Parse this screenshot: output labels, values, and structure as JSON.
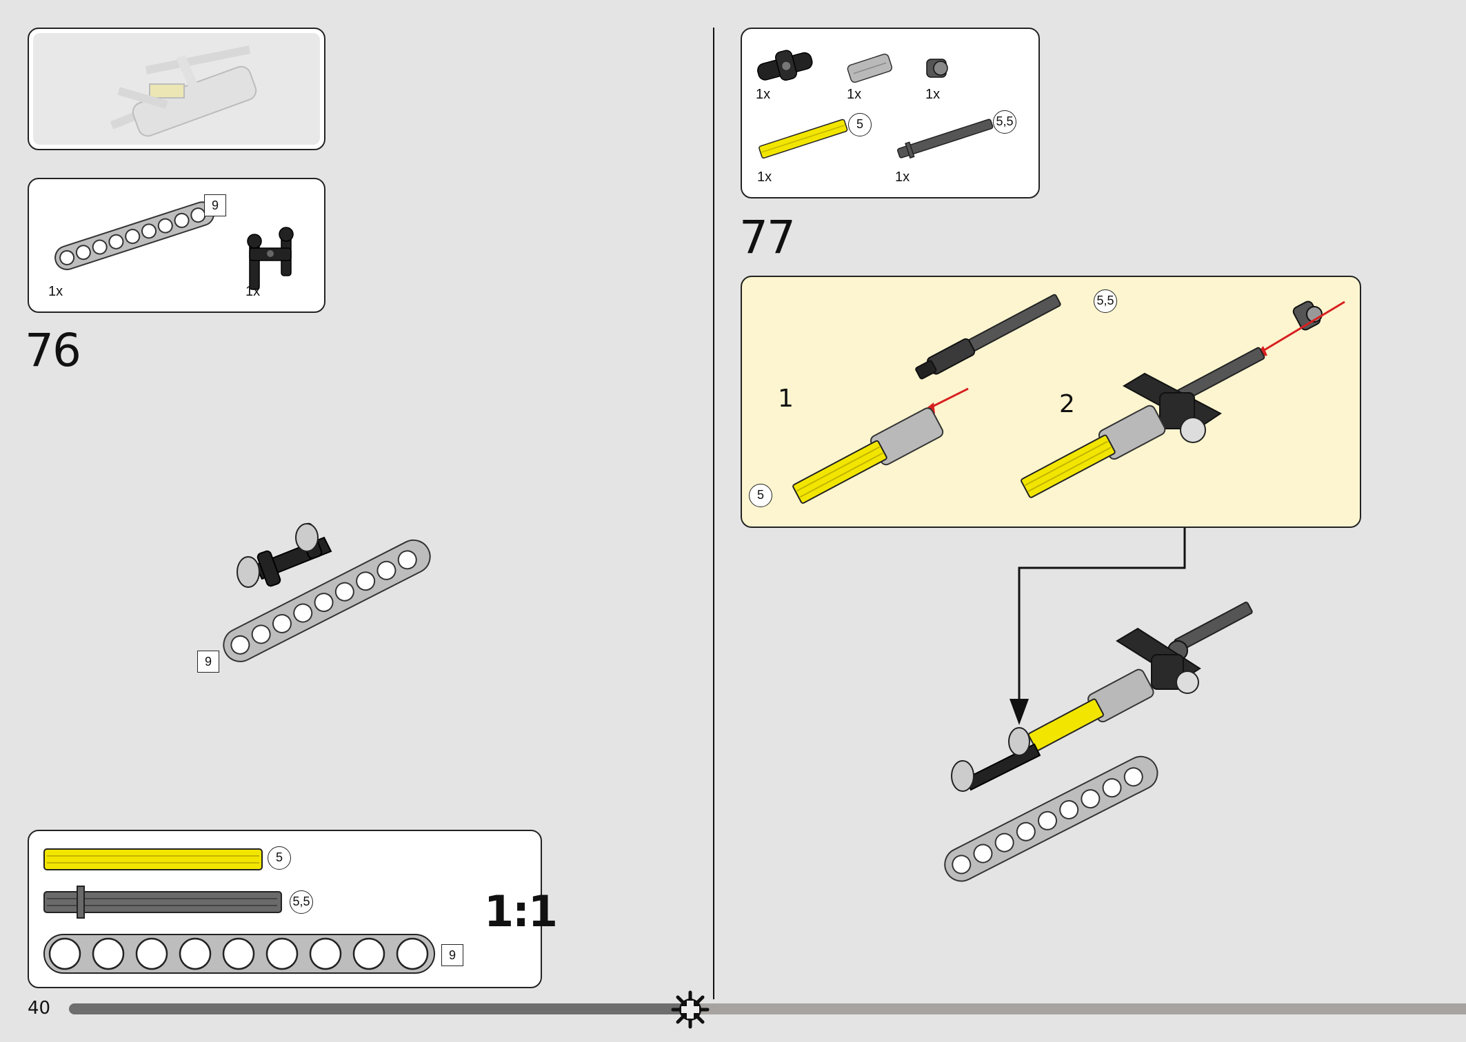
{
  "page_number": "40",
  "steps": {
    "step76": {
      "number": "76",
      "parts": [
        {
          "qty": "1x",
          "name": "beam-9"
        },
        {
          "qty": "1x",
          "name": "axle-pin-connector"
        }
      ],
      "beam_label": "9"
    },
    "step77": {
      "number": "77",
      "parts": [
        {
          "qty": "1x",
          "name": "axle-connector-black"
        },
        {
          "qty": "1x",
          "name": "axle-connector-grey"
        },
        {
          "qty": "1x",
          "name": "bush"
        },
        {
          "qty": "1x",
          "name": "axle-5-yellow",
          "label": "5"
        },
        {
          "qty": "1x",
          "name": "axle-5-5-black",
          "label": "5,5"
        }
      ],
      "sub_steps": [
        "1",
        "2"
      ],
      "sub_labels": {
        "axle_black": "5,5",
        "axle_yellow": "5"
      }
    }
  },
  "scale_ref": {
    "ratio": "1:1",
    "items": [
      {
        "label": "5",
        "color": "#f2e600"
      },
      {
        "label": "5,5",
        "color": "#555555"
      },
      {
        "label": "9",
        "color": "#b9b9b9"
      }
    ]
  }
}
